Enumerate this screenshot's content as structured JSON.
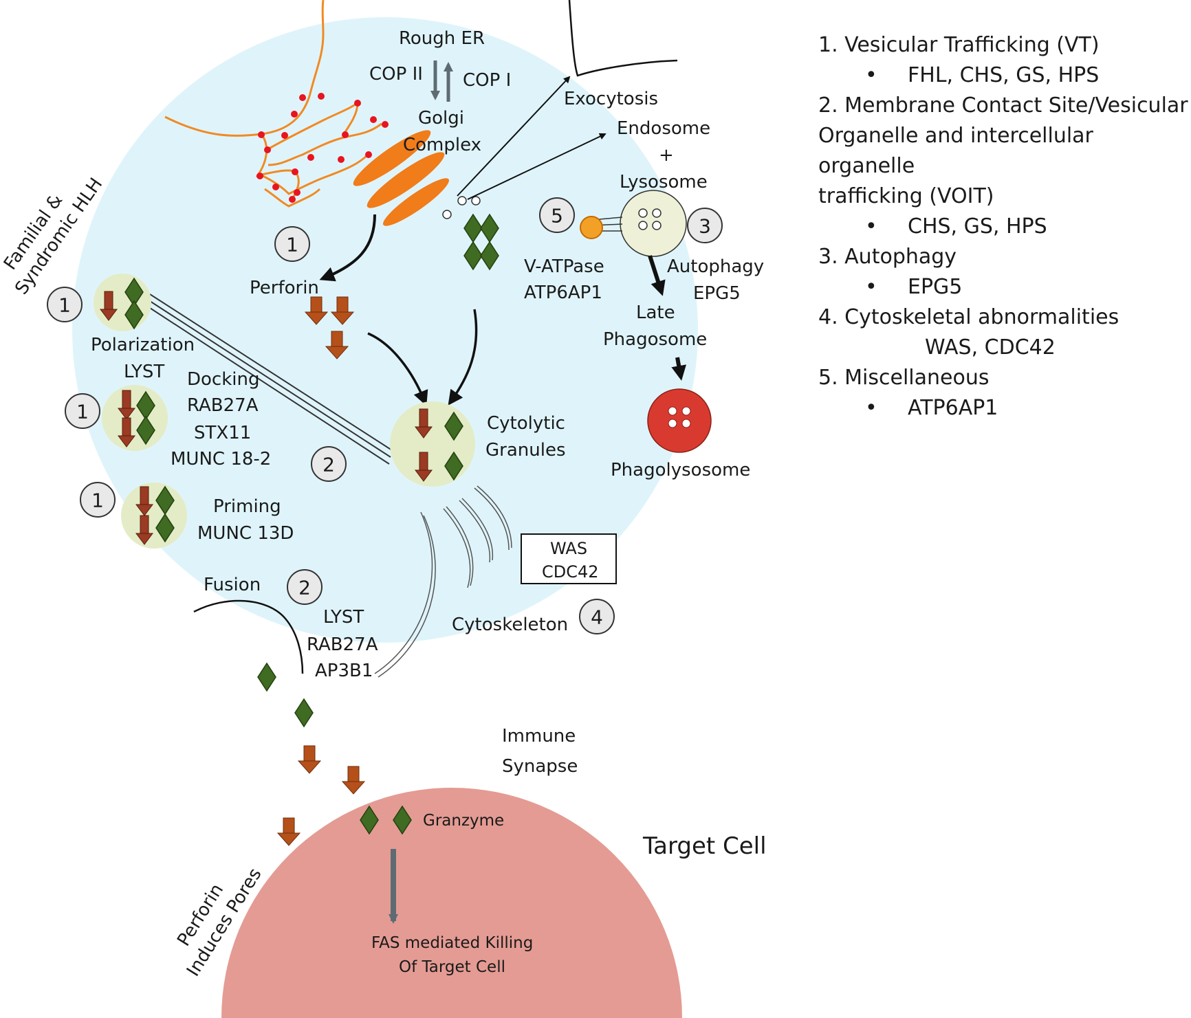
{
  "labels": {
    "rough_er": "Rough ER",
    "cop_ii": "COP II",
    "cop_i": "COP I",
    "golgi_1": "Golgi",
    "golgi_2": "Complex",
    "exocytosis": "Exocytosis",
    "endosome": "Endosome",
    "plus": "+",
    "lysosome": "Lysosome",
    "perforin": "Perforin",
    "v_atpase": "V-ATPase",
    "atp6ap1": "ATP6AP1",
    "autophagy": "Autophagy",
    "epg5": "EPG5",
    "late_phagosome_1": "Late",
    "late_phagosome_2": "Phagosome",
    "phagolysosome": "Phagolysosome",
    "familial_1": "Familial &",
    "familial_2": "Syndromic HLH",
    "polarization": "Polarization",
    "lyst": "LYST",
    "docking": "Docking",
    "rab27a": "RAB27A",
    "stx11": "STX11",
    "munc18": "MUNC 18-2",
    "cytolytic_1": "Cytolytic",
    "cytolytic_2": "Granules",
    "priming": "Priming",
    "munc13": "MUNC 13D",
    "was": "WAS",
    "cdc42": "CDC42",
    "fusion": "Fusion",
    "fusion_lyst": "LYST",
    "fusion_rab27a": "RAB27A",
    "ap3b1": "AP3B1",
    "cytoskeleton": "Cytoskeleton",
    "immune_1": "Immune",
    "immune_2": "Synapse",
    "granzyme": "Granzyme",
    "target_cell": "Target Cell",
    "perforin_pores_1": "Perforin",
    "perforin_pores_2": "Induces Pores",
    "fas_1": "FAS mediated Killing",
    "fas_2": "Of Target Cell"
  },
  "badges": {
    "b1_golgi": "1",
    "b5": "5",
    "b3": "3",
    "b1_polar": "1",
    "b1_dock": "1",
    "b2_dock": "2",
    "b1_prime": "1",
    "b2_fusion": "2",
    "b4": "4"
  },
  "legend": {
    "i1": "1. Vesicular Trafficking (VT)",
    "i1_sub": "FHL, CHS, GS, HPS",
    "i2a": "2. Membrane Contact Site/Vesicular",
    "i2b": "Organelle and intercellular organelle",
    "i2c": "trafficking (VOIT)",
    "i2_sub": "CHS, GS, HPS",
    "i3": "3. Autophagy",
    "i3_sub": "EPG5",
    "i4": "4. Cytoskeletal abnormalities",
    "i4_sub": "WAS, CDC42",
    "i5": "5. Miscellaneous",
    "i5_sub": "ATP6AP1",
    "bullet": "•"
  },
  "colors": {
    "cell": "#dff4fa",
    "target": "#e49b93",
    "er": "#f08a24",
    "golgi": "#f07c1a",
    "perforin": "#b5501a",
    "granzyme": "#3f6b22",
    "granule": "#e3ecc6",
    "phagolysosome": "#d93a2f",
    "red_dot": "#e8141f"
  }
}
